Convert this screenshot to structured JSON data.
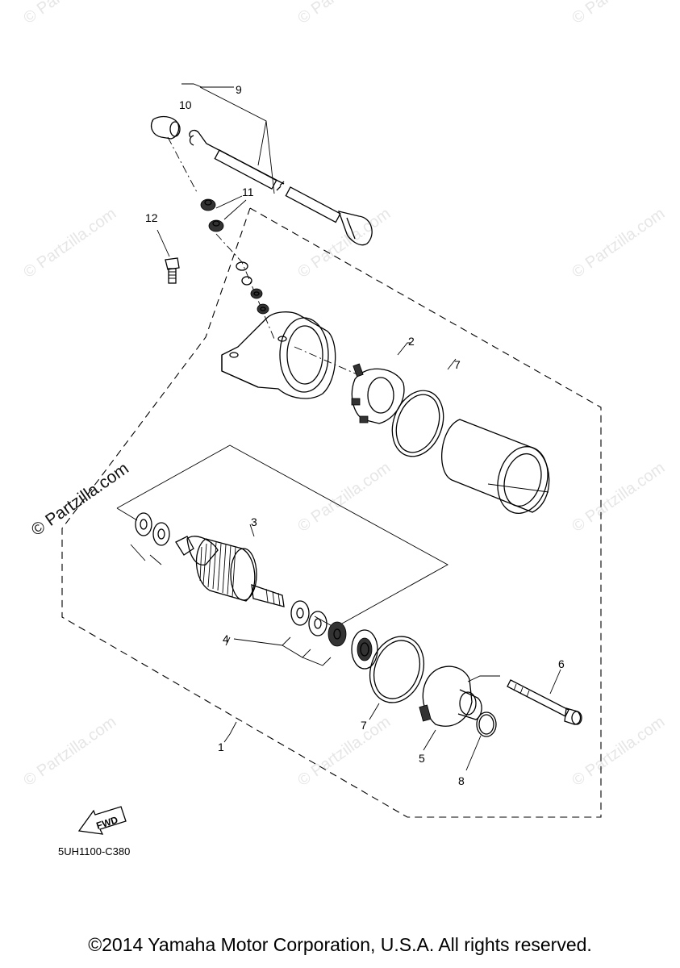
{
  "callouts": {
    "c1": "1",
    "c2": "2",
    "c3": "3",
    "c4": "4",
    "c5": "5",
    "c6": "6",
    "c7a": "7",
    "c7b": "7",
    "c8": "8",
    "c9": "9",
    "c10": "10",
    "c11": "11",
    "c12": "12"
  },
  "fwd_label": "FWD",
  "diagram_code": "5UH1100-C380",
  "watermark_text": "© Partzilla.com",
  "copyright": "©2014 Yamaha Motor Corporation, U.S.A. All rights reserved."
}
